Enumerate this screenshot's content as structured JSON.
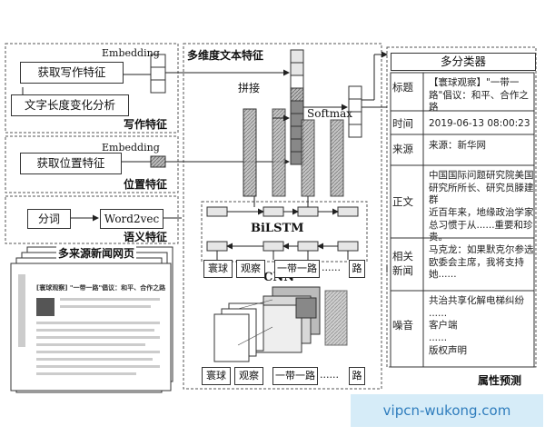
{
  "left": {
    "get_writing_features": "获取写作特征",
    "text_length_analysis": "文字长度变化分析",
    "embedding_1": "Embedding",
    "writing_features": "写作特征",
    "embedding_2": "Embedding",
    "get_position_features": "获取位置特征",
    "position_features": "位置特征",
    "segmentation": "分词",
    "word2vec": "Word2vec",
    "semantic_features": "语义特征",
    "news_pages": "多来源新闻网页",
    "page_headline": "[寰球观察] \"一带一路\"倡议：和平、合作之路"
  },
  "middle": {
    "title": "多维度文本特征",
    "concat": "拼接",
    "softmax": "Softmax",
    "bilstm": "BiLSTM",
    "cnn": "CNN",
    "tokens_top": [
      "寰球",
      "观察",
      "一带一路",
      "......",
      "路"
    ],
    "tokens_bottom": [
      "寰球",
      "观察",
      "一带一路",
      "......",
      "路"
    ]
  },
  "right": {
    "title": "多分类器",
    "rows": [
      {
        "label": "标题",
        "value": "【寰球观察】\"一带一路\"倡议：和平、合作之路"
      },
      {
        "label": "时间",
        "value": "2019-06-13 08:00:23"
      },
      {
        "label": "来源",
        "value": "来源：新华网"
      },
      {
        "label": "正文",
        "value": "中国国际问题研究院美国研究所所长、研究员滕建群\n近百年来，地缘政治学家总习惯于从......重要和珍贵。"
      },
      {
        "label": "相关新闻",
        "value": "马克龙：如果默克尔参选欧委会主席，我将支持她......"
      },
      {
        "label": "噪音",
        "value": "共治共享化解电梯纠纷\n......\n客户端\n......\n版权声明"
      }
    ],
    "attr_predict": "属性预测"
  },
  "watermark": "vipcn-wukong.com",
  "colors": {
    "grid_dark": "#666666",
    "grid_light": "#e6e6e6",
    "watermark_bg": "#d6ecf8",
    "watermark_text": "#2f7dbd"
  }
}
